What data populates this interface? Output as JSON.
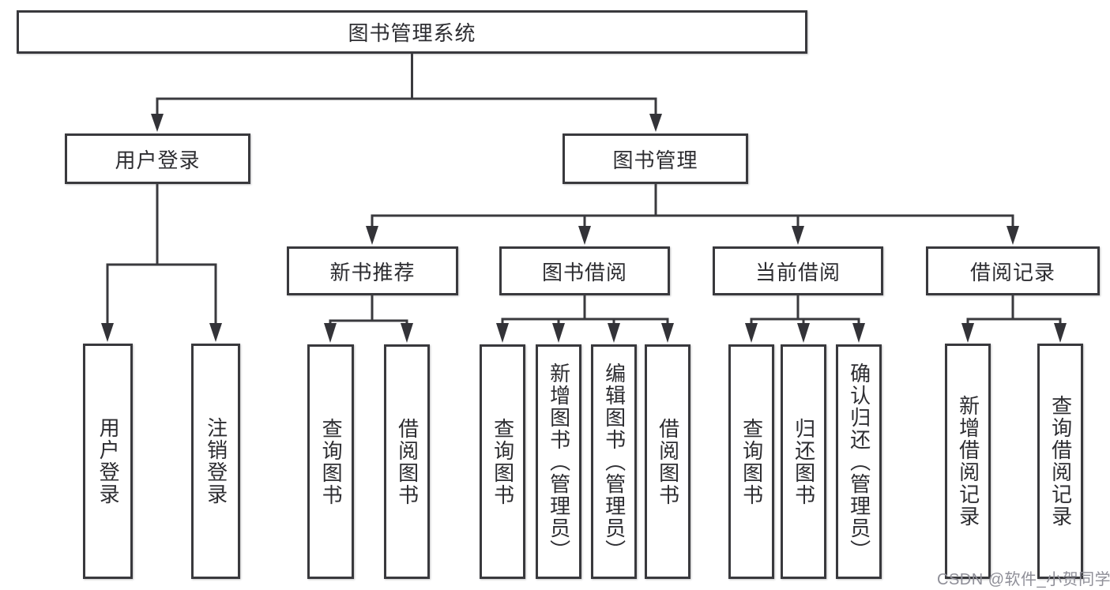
{
  "colors": {
    "line": "#3a3a3e",
    "box_border": "#39393d",
    "text": "#2d2d31",
    "background": "#ffffff",
    "watermark": "#8f8f98"
  },
  "tree": {
    "root": {
      "label": "图书管理系统",
      "children": [
        {
          "label": "用户登录",
          "children": [
            {
              "label": "用户登录"
            },
            {
              "label": "注销登录"
            }
          ]
        },
        {
          "label": "图书管理",
          "children": [
            {
              "label": "新书推荐",
              "children": [
                {
                  "label": "查询图书"
                },
                {
                  "label": "借阅图书"
                }
              ]
            },
            {
              "label": "图书借阅",
              "children": [
                {
                  "label": "查询图书"
                },
                {
                  "label": "新增图书（管理员）"
                },
                {
                  "label": "编辑图书（管理员）"
                },
                {
                  "label": "借阅图书"
                }
              ]
            },
            {
              "label": "当前借阅",
              "children": [
                {
                  "label": "查询图书"
                },
                {
                  "label": "归还图书"
                },
                {
                  "label": "确认归还（管理员）"
                }
              ]
            },
            {
              "label": "借阅记录",
              "children": [
                {
                  "label": "新增借阅记录"
                },
                {
                  "label": "查询借阅记录"
                }
              ]
            }
          ]
        }
      ]
    }
  },
  "watermark": {
    "text": "CSDN @软件_小贺同学"
  }
}
